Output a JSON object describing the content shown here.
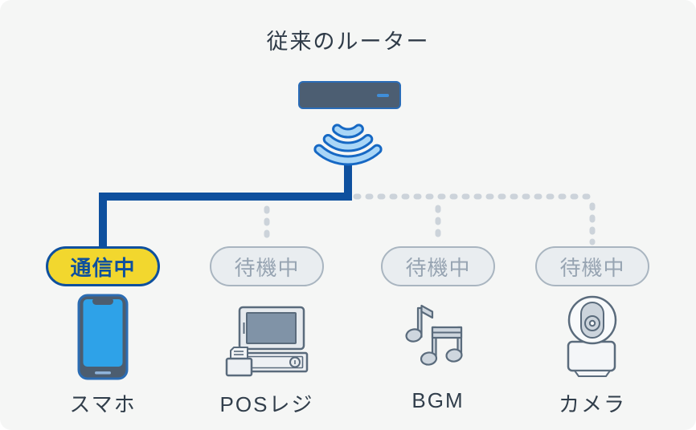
{
  "title": "従来のルーター",
  "router": {
    "kind": "conventional-router"
  },
  "icons": {
    "router_led": "led-dash-icon",
    "signal": "wifi-signal-down-icon",
    "smartphone": "smartphone-icon",
    "pos": "pos-register-icon",
    "bgm": "music-notes-icon",
    "camera": "security-camera-icon"
  },
  "colors": {
    "background": "#f5f6f5",
    "active_blue": "#0e509e",
    "active_yellow": "#f2d72e",
    "wifi_fill": "#a9d6f7",
    "wifi_stroke": "#1668c4",
    "standby_dash": "#ccd3da",
    "standby_badge_bg": "#e9edf0",
    "standby_badge_border": "#a9b5c0",
    "standby_text": "#97a4b2",
    "icon_outline": "#5a6b7c",
    "router_body": "#4c5e72",
    "router_border": "#2a6cb7",
    "phone_screen": "#2ea2e8",
    "text_dark": "#2f3b48"
  },
  "devices": [
    {
      "id": "smartphone",
      "label": "スマホ",
      "status": "通信中",
      "state": "active"
    },
    {
      "id": "pos",
      "label": "POSレジ",
      "status": "待機中",
      "state": "standby"
    },
    {
      "id": "bgm",
      "label": "BGM",
      "status": "待機中",
      "state": "standby"
    },
    {
      "id": "camera",
      "label": "カメラ",
      "status": "待機中",
      "state": "standby"
    }
  ]
}
